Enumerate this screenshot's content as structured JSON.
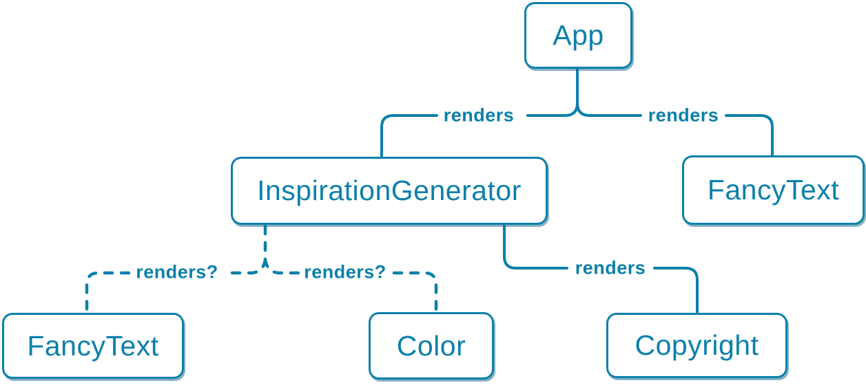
{
  "colors": {
    "accent": "#0c80aa",
    "node_fill": "#ffffff",
    "shadow": "rgba(12,100,133,0.5)",
    "background": "#ffffff"
  },
  "nodes": [
    {
      "id": "app",
      "label": "App"
    },
    {
      "id": "inspiration-generator",
      "label": "InspirationGenerator"
    },
    {
      "id": "fancy-text-right",
      "label": "FancyText"
    },
    {
      "id": "fancy-text-left",
      "label": "FancyText"
    },
    {
      "id": "color",
      "label": "Color"
    },
    {
      "id": "copyright",
      "label": "Copyright"
    }
  ],
  "edges": [
    {
      "from": "App",
      "to": "InspirationGenerator",
      "label": "renders",
      "style": "solid"
    },
    {
      "from": "App",
      "to": "FancyText",
      "label": "renders",
      "style": "solid"
    },
    {
      "from": "InspirationGenerator",
      "to": "FancyText",
      "label": "renders?",
      "style": "dashed"
    },
    {
      "from": "InspirationGenerator",
      "to": "Color",
      "label": "renders?",
      "style": "dashed"
    },
    {
      "from": "InspirationGenerator",
      "to": "Copyright",
      "label": "renders",
      "style": "solid"
    }
  ]
}
